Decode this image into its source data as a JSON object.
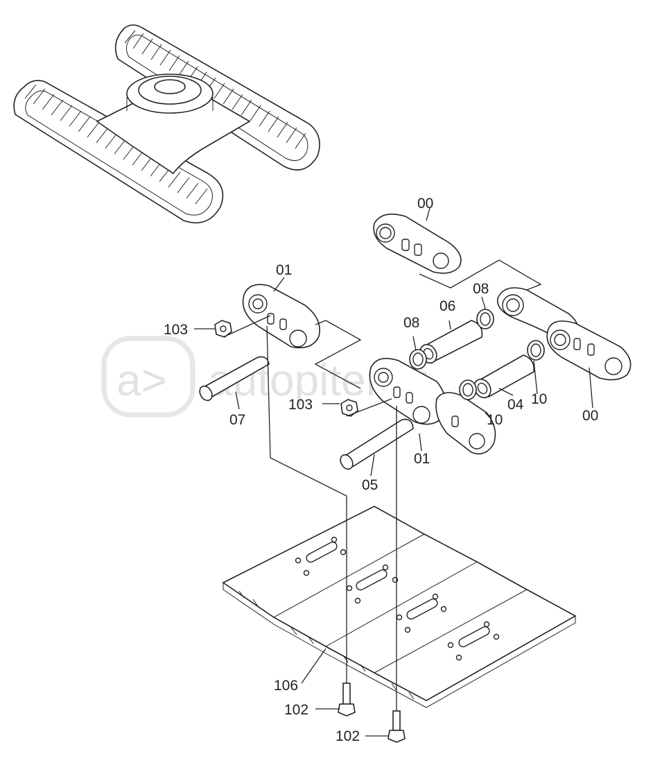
{
  "watermark": {
    "logo_glyph": "a>",
    "text": "autopiter.ru"
  },
  "callouts": [
    {
      "id": "c00a",
      "text": "00"
    },
    {
      "id": "c01a",
      "text": "01"
    },
    {
      "id": "c103a",
      "text": "103"
    },
    {
      "id": "c06",
      "text": "06"
    },
    {
      "id": "c08a",
      "text": "08"
    },
    {
      "id": "c08b",
      "text": "08"
    },
    {
      "id": "c07",
      "text": "07"
    },
    {
      "id": "c103b",
      "text": "103"
    },
    {
      "id": "c10a",
      "text": "10"
    },
    {
      "id": "c04",
      "text": "04"
    },
    {
      "id": "c10b",
      "text": "10"
    },
    {
      "id": "c00b",
      "text": "00"
    },
    {
      "id": "c01b",
      "text": "01"
    },
    {
      "id": "c05",
      "text": "05"
    },
    {
      "id": "c106",
      "text": "106"
    },
    {
      "id": "c102a",
      "text": "102"
    },
    {
      "id": "c102b",
      "text": "102"
    }
  ]
}
